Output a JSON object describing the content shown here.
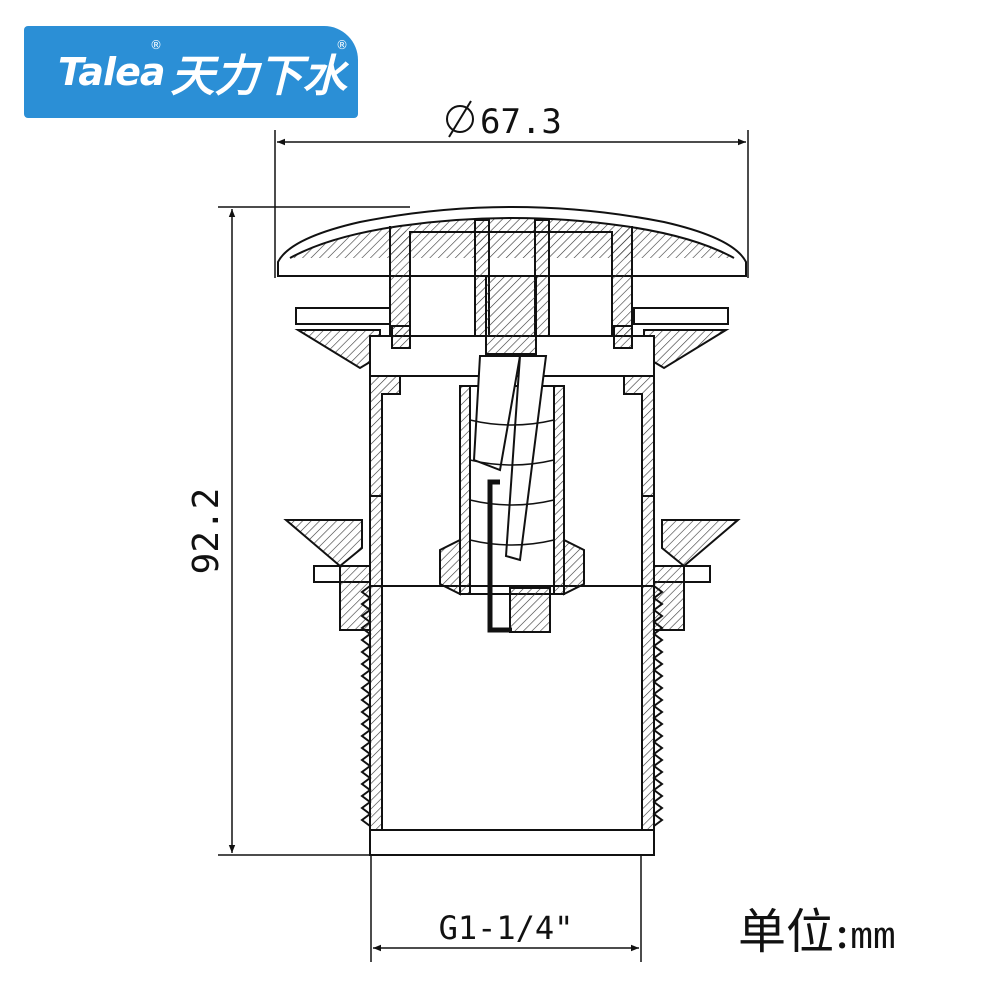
{
  "logo": {
    "brand": "Talea",
    "chinese": "天力下水",
    "registered_mark": "®"
  },
  "dimensions": {
    "diameter": "67.3",
    "height": "92.2",
    "thread": "G1-1/4\""
  },
  "unit": {
    "label": "单位",
    "separator": ":",
    "value": "mm"
  }
}
